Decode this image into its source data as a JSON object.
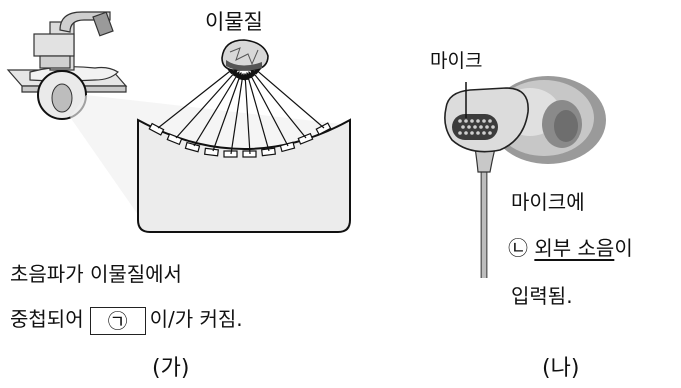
{
  "left_panel": {
    "foreign_body_label": "이물질",
    "caption_line1": "초음파가 이물질에서",
    "caption_line2_pre": "중첩되어",
    "caption_box_marker": "㉠",
    "caption_line2_post": "이/가 커짐.",
    "panel_label": "(가)"
  },
  "right_panel": {
    "mic_label": "마이크",
    "desc_line1": "마이크에",
    "desc_marker": "㉡",
    "desc_underlined": "외부 소음",
    "desc_line2_post": "이",
    "desc_line3": "입력됨.",
    "panel_label": "(나)"
  }
}
